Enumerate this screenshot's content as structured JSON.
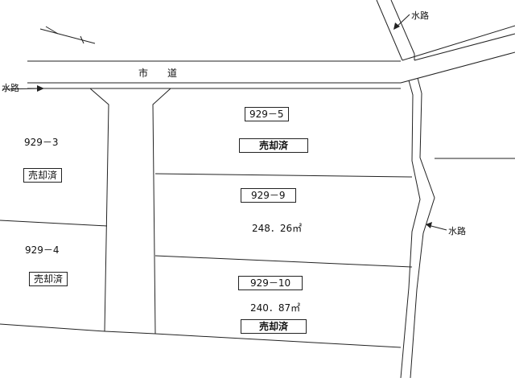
{
  "labels": {
    "road": "市　　道",
    "waterway_top": "水路",
    "waterway_left": "水路",
    "waterway_right": "水路"
  },
  "lots": {
    "lot_929_3": {
      "number": "929－3",
      "status": "売却済"
    },
    "lot_929_4": {
      "number": "929－4",
      "status": "売却済"
    },
    "lot_929_5": {
      "number": "929－5",
      "status": "売却済"
    },
    "lot_929_9": {
      "number": "929－9",
      "area": "248．26㎡"
    },
    "lot_929_10": {
      "number": "929－10",
      "area": "240．87㎡",
      "status": "売却済"
    }
  },
  "colors": {
    "line": "#222222",
    "background": "#ffffff"
  }
}
